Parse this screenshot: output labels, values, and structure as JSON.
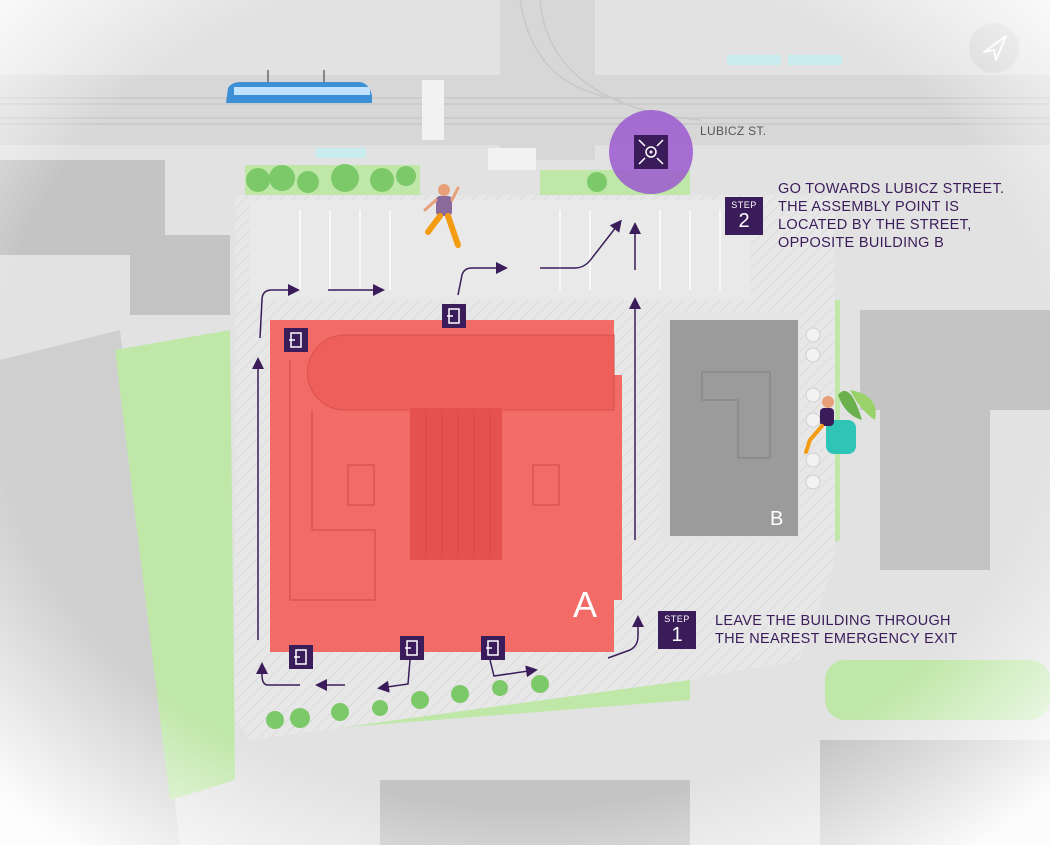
{
  "building_a_label": "A",
  "building_b_label": "B",
  "street_label": "LUBICZ ST.",
  "steps": [
    {
      "word": "STEP",
      "number": "1",
      "lines": [
        "LEAVE THE BUILDING THROUGH",
        "THE NEAREST EMERGENCY EXIT"
      ]
    },
    {
      "word": "STEP",
      "number": "2",
      "lines": [
        "GO TOWARDS LUBICZ STREET.",
        "THE ASSEMBLY POINT IS",
        "LOCATED BY THE STREET,",
        "OPPOSITE BUILDING B"
      ]
    }
  ],
  "icons": {
    "compass": "compass-arrow-icon",
    "assembly_point": "assembly-point-icon",
    "emergency_exit": "emergency-exit-icon"
  },
  "colors": {
    "building_a": "#f26b66",
    "building_b": "#9b9b9b",
    "route": "#3b1c5a",
    "assembly_point": "#9b59d0",
    "grass": "#bfe7a8",
    "pavement": "#e6e6e6"
  }
}
